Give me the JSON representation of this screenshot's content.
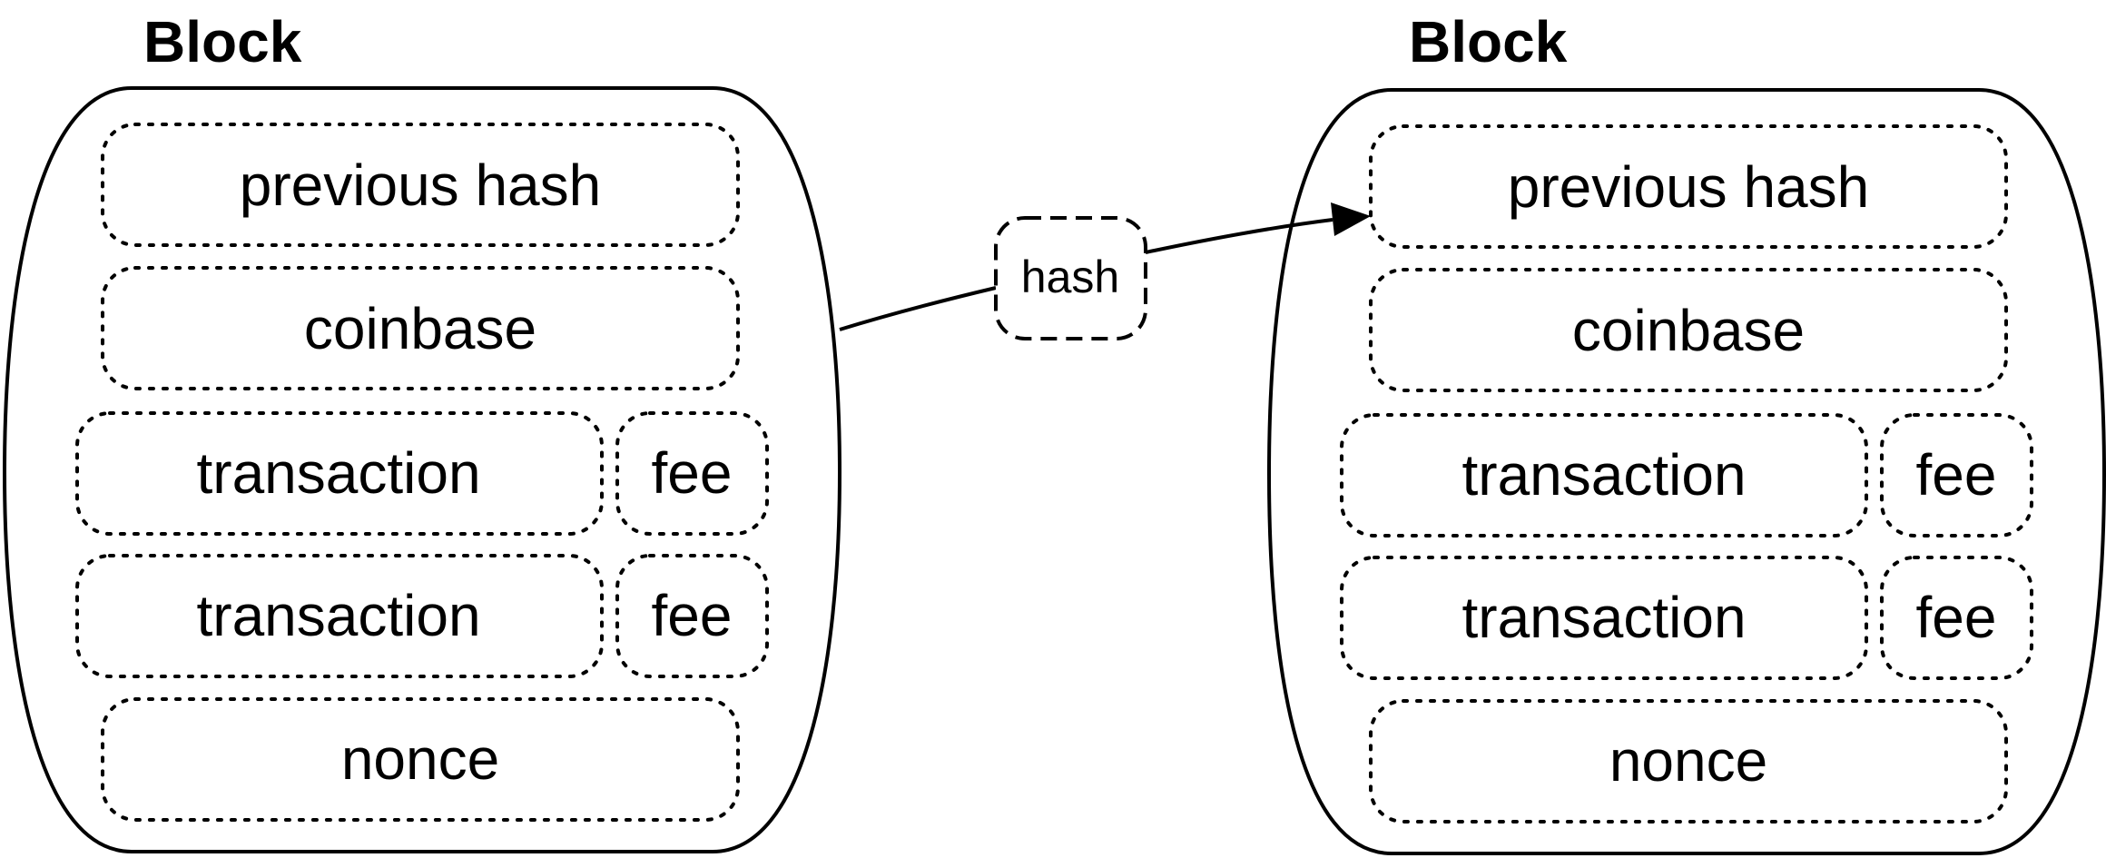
{
  "blocks": [
    {
      "title": "Block",
      "fields": {
        "previous_hash": "previous hash",
        "coinbase": "coinbase",
        "transaction_1": "transaction",
        "fee_1": "fee",
        "transaction_2": "transaction",
        "fee_2": "fee",
        "nonce": "nonce"
      }
    },
    {
      "title": "Block",
      "fields": {
        "previous_hash": "previous hash",
        "coinbase": "coinbase",
        "transaction_1": "transaction",
        "fee_1": "fee",
        "transaction_2": "transaction",
        "fee_2": "fee",
        "nonce": "nonce"
      }
    }
  ],
  "link": {
    "label": "hash"
  }
}
